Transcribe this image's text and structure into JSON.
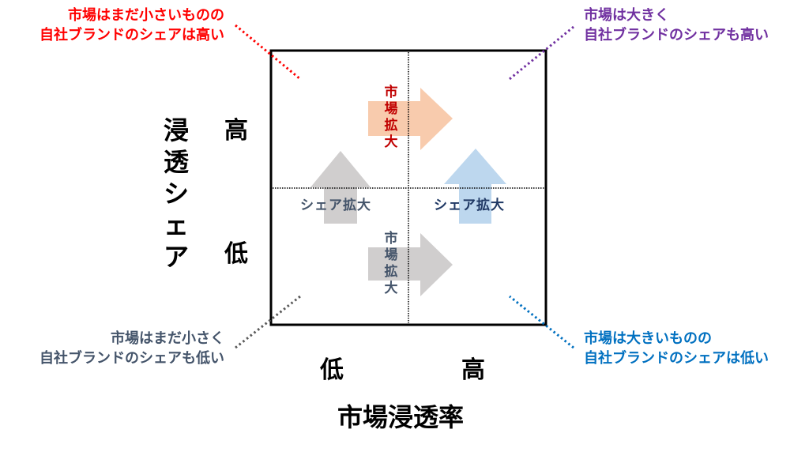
{
  "corners": {
    "top_left": {
      "line1": "市場はまだ小さいものの",
      "line2": "自社ブランドのシェアは高い",
      "color": "#ff0000"
    },
    "top_right": {
      "line1": "市場は大きく",
      "line2": "自社ブランドのシェアも高い",
      "color": "#7030a0"
    },
    "bottom_left": {
      "line1": "市場はまだ小さく",
      "line2": "自社ブランドのシェアも低い",
      "color": "#44546a"
    },
    "bottom_right": {
      "line1": "市場は大きいものの",
      "line2": "自社ブランドのシェアは低い",
      "color": "#0070c0"
    }
  },
  "y_axis": {
    "title": "浸透シェア",
    "high": "高",
    "low": "低"
  },
  "x_axis": {
    "title": "市場浸透率",
    "low": "低",
    "high": "高"
  },
  "arrows": {
    "market_expand_top": {
      "label": "市場拡大",
      "text_color": "#c00000",
      "fill": "#f8cbad"
    },
    "share_expand_left": {
      "label": "シェア拡大",
      "text_color": "#44546a",
      "fill": "#d0cece"
    },
    "share_expand_right": {
      "label": "シェア拡大",
      "text_color": "#1f3864",
      "fill": "#bdd7ee"
    },
    "market_expand_bottom": {
      "label": "市場拡大",
      "text_color": "#44546a",
      "fill": "#d0cece"
    }
  }
}
